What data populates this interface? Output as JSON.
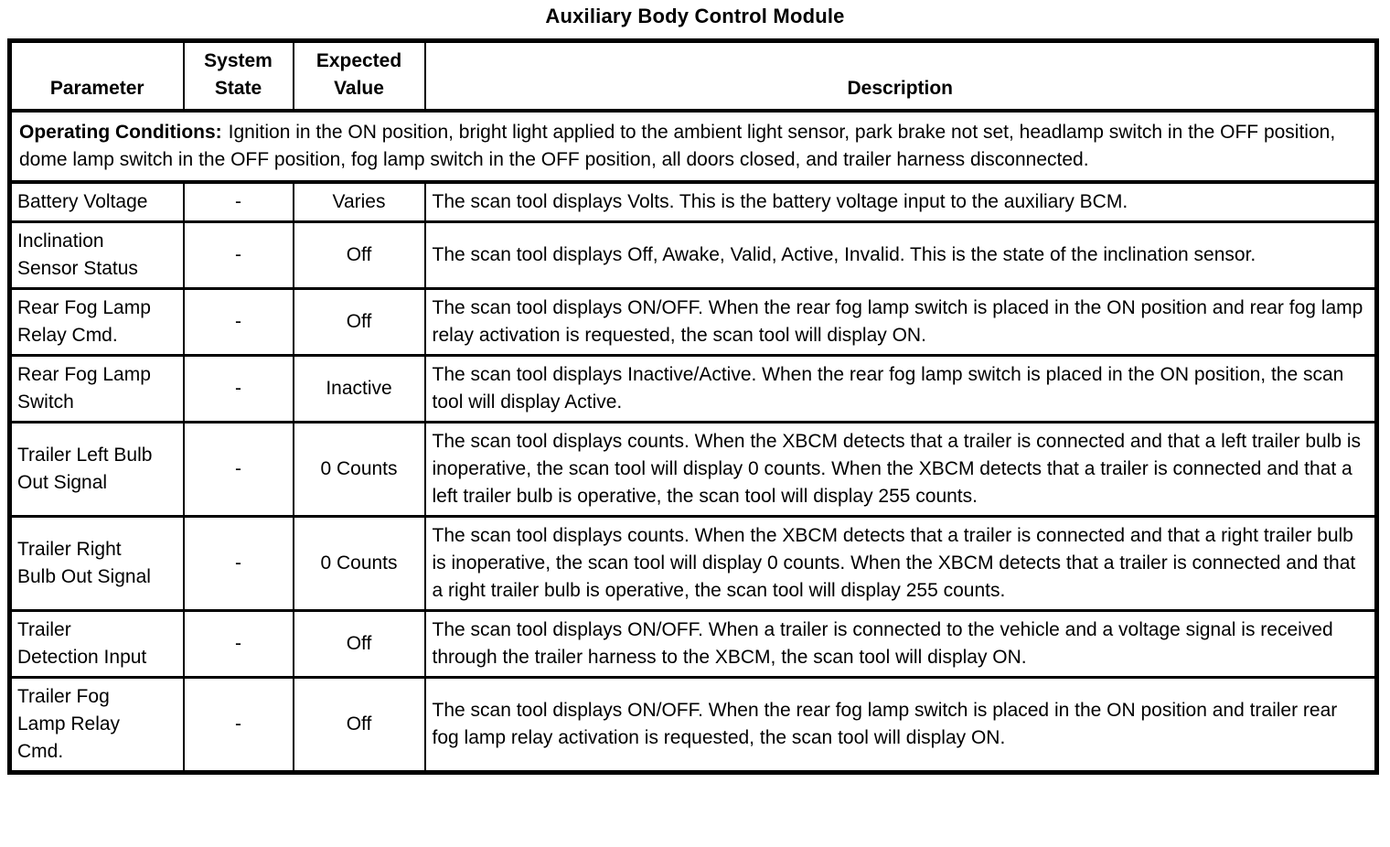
{
  "title": "Auxiliary Body Control Module",
  "table": {
    "headers": {
      "parameter": "Parameter",
      "system_state": "System\nState",
      "expected_value": "Expected\nValue",
      "description": "Description"
    },
    "operating_conditions": {
      "label": "Operating Conditions:",
      "text": "Ignition in the ON position, bright light applied to the ambient light sensor, park brake not set, headlamp switch in the OFF position, dome lamp switch in the OFF position, fog lamp switch in the OFF position, all doors closed, and trailer harness disconnected."
    },
    "rows": [
      {
        "parameter": "Battery Voltage",
        "system_state": "-",
        "expected_value": "Varies",
        "description": "The scan tool displays Volts. This is the battery voltage input to the auxiliary BCM."
      },
      {
        "parameter": "Inclination\nSensor Status",
        "system_state": "-",
        "expected_value": "Off",
        "description": "The scan tool displays Off, Awake, Valid, Active, Invalid. This is the state of the inclination sensor."
      },
      {
        "parameter": "Rear Fog Lamp\nRelay Cmd.",
        "system_state": "-",
        "expected_value": "Off",
        "description": "The scan tool displays ON/OFF. When the rear fog lamp switch is placed in the ON position and rear fog lamp relay activation is requested, the scan tool will display ON."
      },
      {
        "parameter": "Rear Fog Lamp\nSwitch",
        "system_state": "-",
        "expected_value": "Inactive",
        "description": "The scan tool displays Inactive/Active. When the rear fog lamp switch is placed in the ON position, the scan tool will display Active."
      },
      {
        "parameter": "Trailer Left Bulb\nOut Signal",
        "system_state": "-",
        "expected_value": "0 Counts",
        "description": "The scan tool displays counts. When the XBCM detects that a trailer is connected and that a left trailer bulb is inoperative, the scan tool will display 0 counts. When the XBCM detects that a trailer is connected and that a left trailer bulb is operative, the scan tool will display 255 counts."
      },
      {
        "parameter": "Trailer Right\nBulb Out Signal",
        "system_state": "-",
        "expected_value": "0 Counts",
        "description": "The scan tool displays counts. When the XBCM detects that a trailer is connected and that a right trailer bulb is inoperative, the scan tool will display 0 counts. When the XBCM detects that a trailer is connected and that a right trailer bulb is operative, the scan tool will display 255 counts."
      },
      {
        "parameter": "Trailer\nDetection Input",
        "system_state": "-",
        "expected_value": "Off",
        "description": "The scan tool displays ON/OFF. When a trailer is connected to the vehicle and a voltage signal is received through the trailer harness to the XBCM, the scan tool will display ON."
      },
      {
        "parameter": "Trailer Fog\nLamp Relay\nCmd.",
        "system_state": "-",
        "expected_value": "Off",
        "description": "The scan tool displays ON/OFF. When the rear fog lamp switch is placed in the ON position and trailer rear fog lamp relay activation is requested, the scan tool will display ON."
      }
    ]
  }
}
